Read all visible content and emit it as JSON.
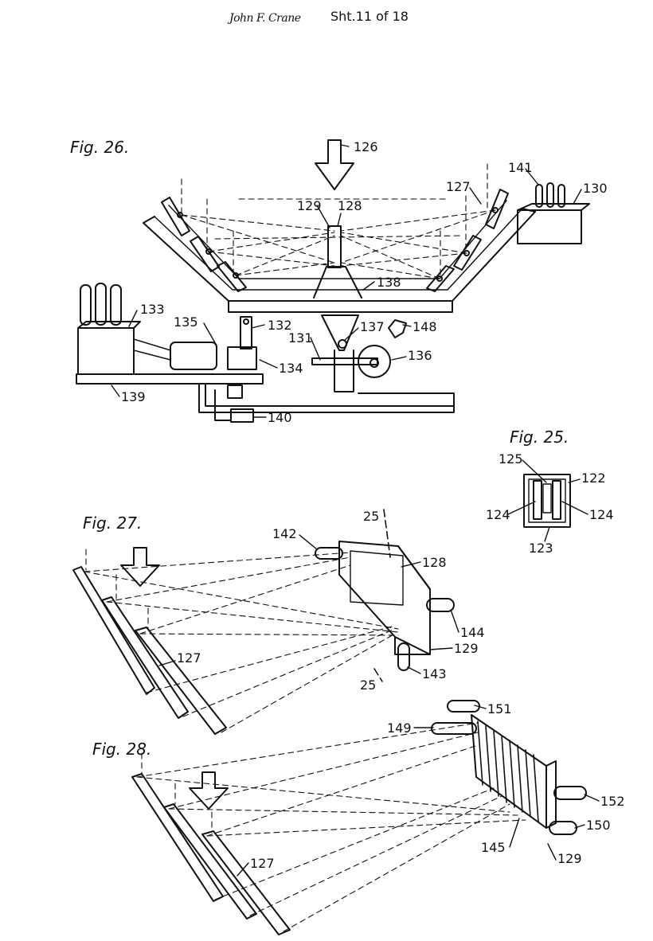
{
  "header": {
    "signature": "John F. Crane",
    "sheet": "Sht.11 of 18"
  },
  "figures": {
    "fig26": "Fig. 26.",
    "fig25": "Fig. 25.",
    "fig27": "Fig. 27.",
    "fig28": "Fig. 28."
  },
  "refs": {
    "r126": "126",
    "r129a": "129",
    "r128a": "128",
    "r127a": "127",
    "r141": "141",
    "r130": "130",
    "r138": "138",
    "r133": "133",
    "r135": "135",
    "r132": "132",
    "r137": "137",
    "r148": "148",
    "r131": "131",
    "r136": "136",
    "r134": "134",
    "r139": "139",
    "r140": "140",
    "r125": "125",
    "r122": "122",
    "r124a": "124",
    "r124b": "124",
    "r123": "123",
    "r25a": "25",
    "r142": "142",
    "r128b": "128",
    "r144": "144",
    "r127b": "127",
    "r129b": "129",
    "r143": "143",
    "r25b": "25",
    "r151": "151",
    "r149": "149",
    "r152": "152",
    "r150": "150",
    "r145": "145",
    "r129c": "129",
    "r127c": "127"
  },
  "style": {
    "ink": "#111111",
    "paper": "#ffffff"
  }
}
